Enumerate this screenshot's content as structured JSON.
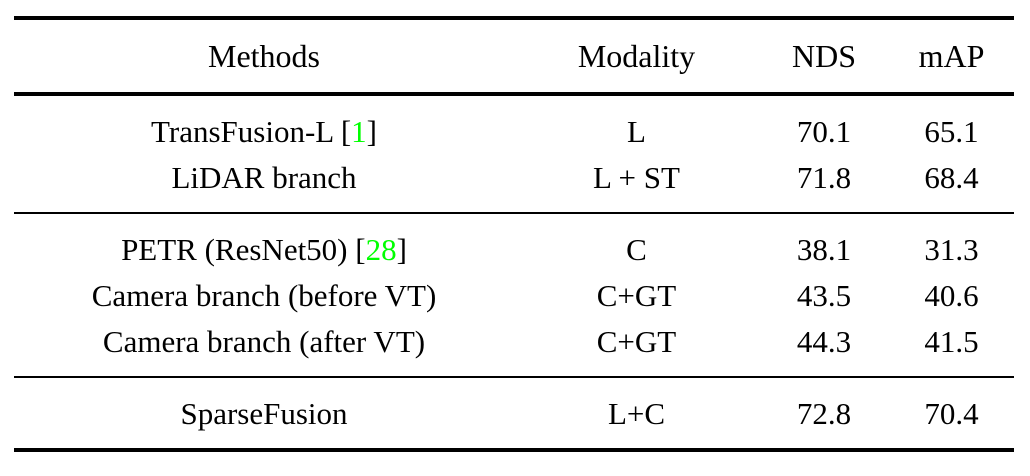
{
  "table": {
    "columns": [
      "Methods",
      "Modality",
      "NDS",
      "mAP"
    ],
    "citation_color": "#00FF00",
    "sections": [
      {
        "rows": [
          {
            "method": "TransFusion-L",
            "citation": "1",
            "modality": "L",
            "nds": "70.1",
            "map": "65.1",
            "bold": false
          },
          {
            "method": "LiDAR branch",
            "citation": "",
            "modality": "L + ST",
            "nds": "71.8",
            "map": "68.4",
            "bold": true
          }
        ]
      },
      {
        "rows": [
          {
            "method": "PETR (ResNet50)",
            "citation": "28",
            "modality": "C",
            "nds": "38.1",
            "map": "31.3",
            "bold": false
          },
          {
            "method": "Camera branch (before VT)",
            "citation": "",
            "modality": "C+GT",
            "nds": "43.5",
            "map": "40.6",
            "bold": false
          },
          {
            "method": "Camera branch (after VT)",
            "citation": "",
            "modality": "C+GT",
            "nds": "44.3",
            "map": "41.5",
            "bold": true
          }
        ]
      },
      {
        "rows": [
          {
            "method": "SparseFusion",
            "citation": "",
            "modality": "L+C",
            "nds": "72.8",
            "map": "70.4",
            "bold": true
          }
        ]
      }
    ]
  }
}
